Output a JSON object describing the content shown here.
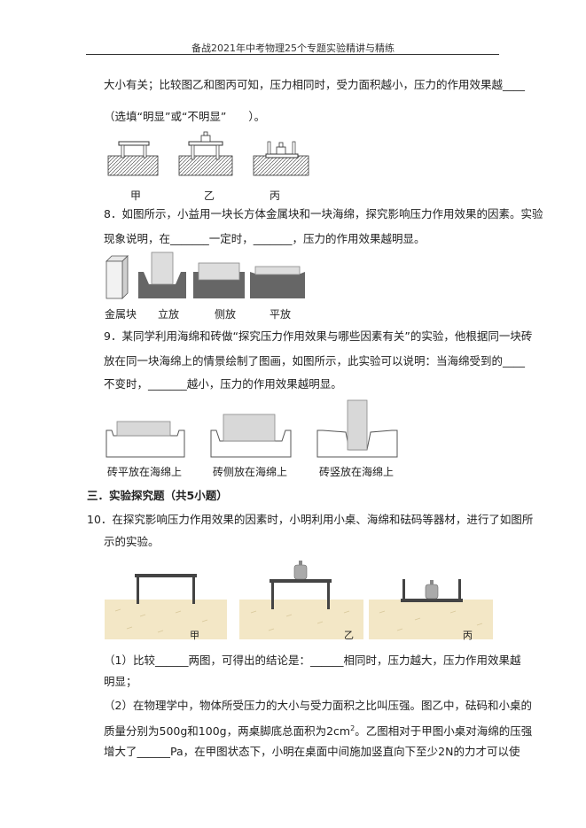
{
  "header": {
    "title": "备战2021年中考物理25个专题实验精讲与精练"
  },
  "q7": {
    "line1": "大小有关；比较图乙和图丙可知，压力相同时，受力面积越小，压力的作用效果越____",
    "line2": "（选填“明显”或“不明显”　　）。",
    "labels": [
      "甲",
      "乙",
      "丙"
    ]
  },
  "q8": {
    "line1": "8．如图所示，小益用一块长方体金属块和一块海绵，探究影响压力作用效果的因素。实验",
    "line2": "现象说明，在_______一定时，_______，压力的作用效果越明显。",
    "labels": [
      "金属块",
      "立放",
      "侧放",
      "平放"
    ]
  },
  "q9": {
    "line1": "9．某同学利用海绵和砖做“探究压力作用效果与哪些因素有关”的实验，他根据同一块砖",
    "line2": "放在同一块海绵上的情景绘制了图画，如图所示，此实验可以说明：当海绵受到的____",
    "line3": "不变时，_______越小，压力的作用效果越明显。",
    "labels": [
      "砖平放在海绵上",
      "砖侧放在海绵上",
      "砖竖放在海绵上"
    ]
  },
  "section3": {
    "title": "三．实验探究题（共5小题）"
  },
  "q10": {
    "line1": "10．在探究影响压力作用效果的因素时，小明利用小桌、海绵和砝码等器材，进行了如图所",
    "line2": "示的实验。",
    "labels": [
      "甲",
      "乙",
      "丙"
    ],
    "p1_line1": "（1）比较______两图，可得出的结论是：______相同时，压力越大，压力作用效果越",
    "p1_line2": "明显；",
    "p2_line1": "（2）在物理学中，物体所受压力的大小与受力面积之比叫压强。图乙中，砝码和小桌的",
    "p2_line2": "质量分别为500g和100g，两桌脚底总面积为2cm",
    "p2_sup": "2",
    "p2_line2b": "。乙图相对于甲图小桌对海绵的压强",
    "p2_line3": "增大了______Pa，在甲图状态下，小明在桌面中间施加竖直向下至少2N的力才可以使"
  }
}
